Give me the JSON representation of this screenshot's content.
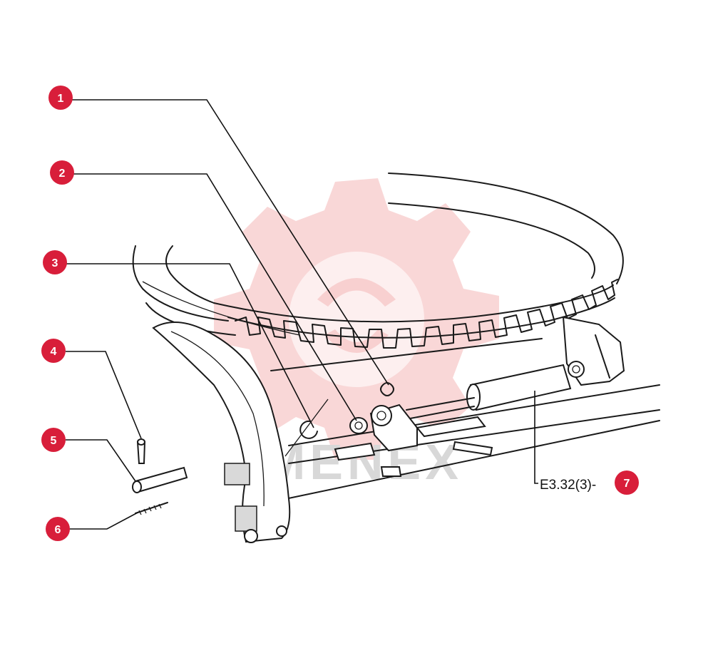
{
  "callouts": [
    {
      "number": "1"
    },
    {
      "number": "2"
    },
    {
      "number": "3"
    },
    {
      "number": "4"
    },
    {
      "number": "5"
    },
    {
      "number": "6"
    },
    {
      "number": "7"
    }
  ],
  "reference": {
    "code": "E3.32(3)-"
  },
  "watermark": {
    "text": "MENEX"
  },
  "colors": {
    "callout": "#d81e3a",
    "watermark": "#f4b6b6",
    "line": "#1a1a1a"
  }
}
